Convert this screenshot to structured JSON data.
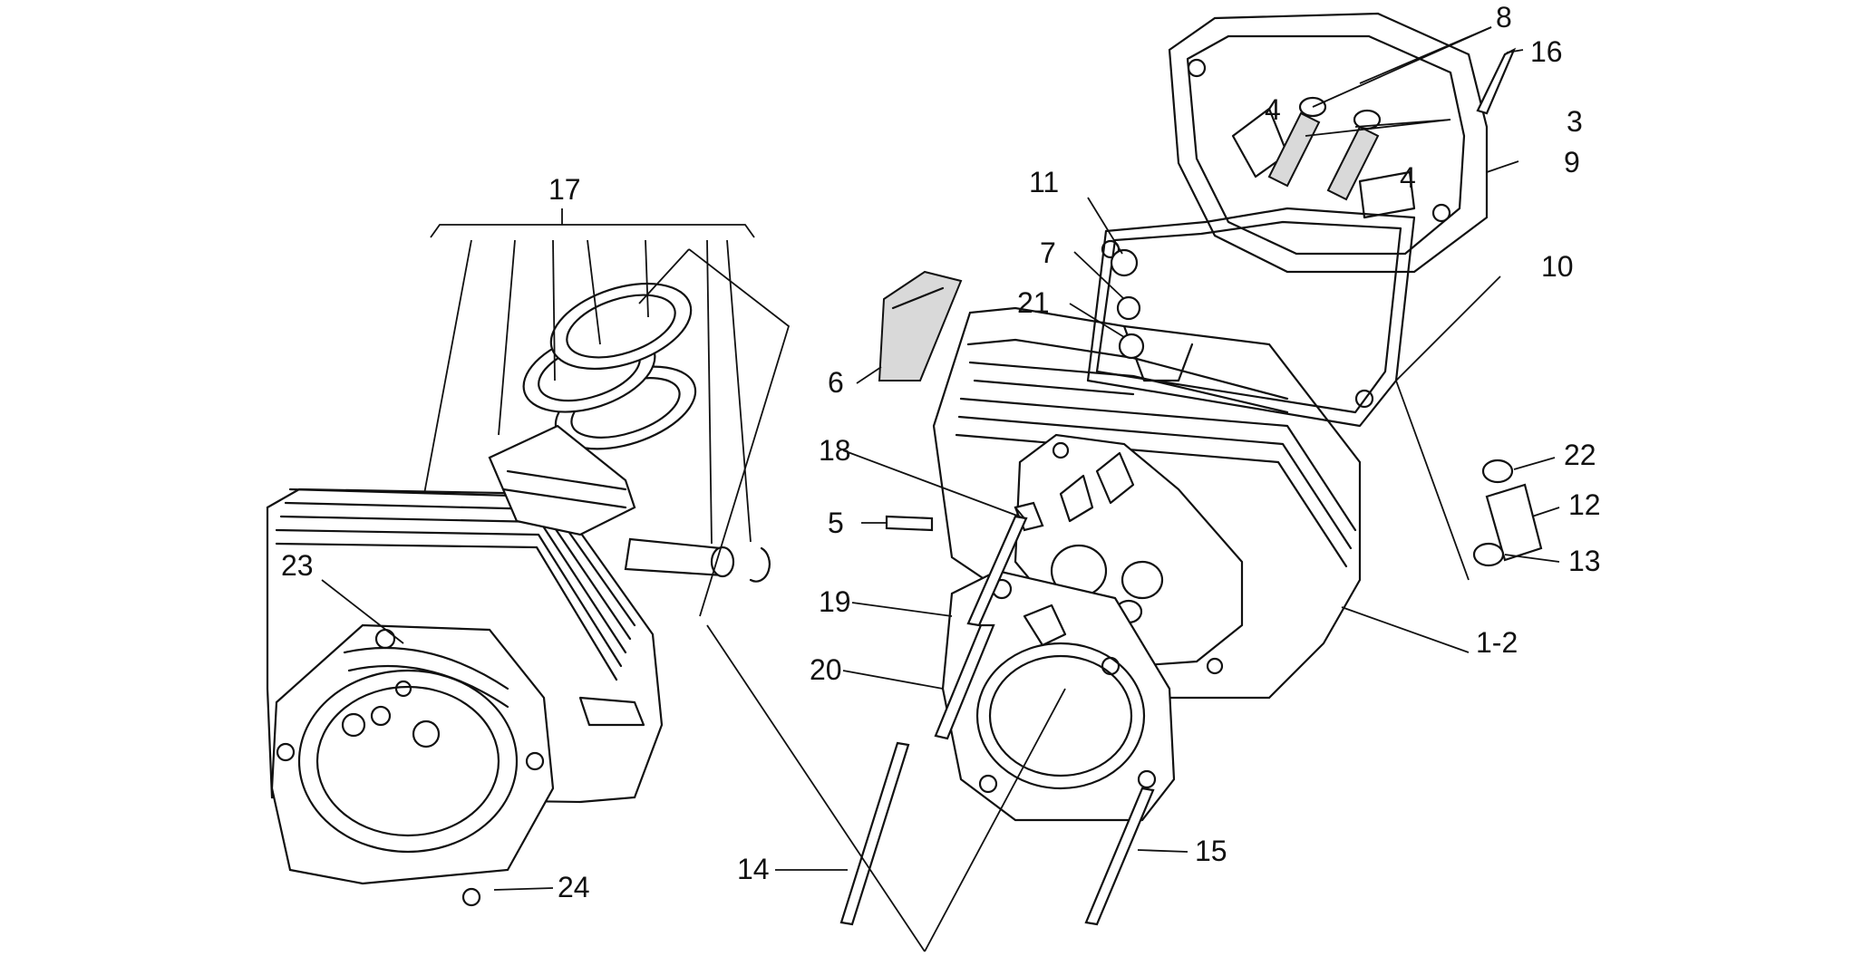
{
  "diagram": {
    "callouts": [
      {
        "id": "c1-2",
        "text": "1-2"
      },
      {
        "id": "c3",
        "text": "3"
      },
      {
        "id": "c4a",
        "text": "4"
      },
      {
        "id": "c4b",
        "text": "4"
      },
      {
        "id": "c5",
        "text": "5"
      },
      {
        "id": "c6",
        "text": "6"
      },
      {
        "id": "c7",
        "text": "7"
      },
      {
        "id": "c8",
        "text": "8"
      },
      {
        "id": "c9",
        "text": "9"
      },
      {
        "id": "c10",
        "text": "10"
      },
      {
        "id": "c11",
        "text": "11"
      },
      {
        "id": "c12",
        "text": "12"
      },
      {
        "id": "c13",
        "text": "13"
      },
      {
        "id": "c14",
        "text": "14"
      },
      {
        "id": "c15",
        "text": "15"
      },
      {
        "id": "c16",
        "text": "16"
      },
      {
        "id": "c17",
        "text": "17"
      },
      {
        "id": "c18",
        "text": "18"
      },
      {
        "id": "c19",
        "text": "19"
      },
      {
        "id": "c20",
        "text": "20"
      },
      {
        "id": "c21",
        "text": "21"
      },
      {
        "id": "c22",
        "text": "22"
      },
      {
        "id": "c23",
        "text": "23"
      },
      {
        "id": "c24",
        "text": "24"
      }
    ],
    "line_color": "#111111",
    "background": "#ffffff"
  }
}
